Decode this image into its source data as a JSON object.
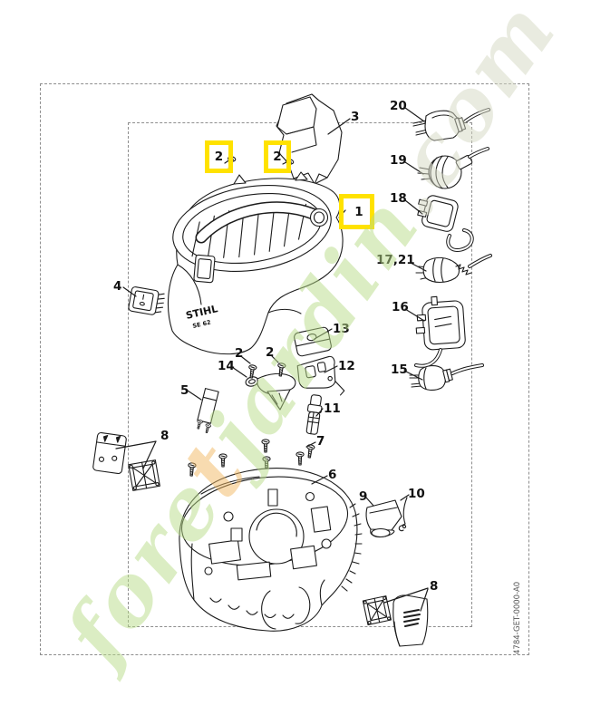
{
  "diagram": {
    "type": "exploded-parts-diagram",
    "brand": "STIHL",
    "model": "SE 62",
    "drawing_number": "4784-GET-0000-A0",
    "highlight_color": "#ffe200",
    "line_color": "#1c1c1c"
  },
  "labels": {
    "l1": "1",
    "l2": "2",
    "l3": "3",
    "l4": "4",
    "l5": "5",
    "l6": "6",
    "l7": "7",
    "l8": "8",
    "l9": "9",
    "l10": "10",
    "l11": "11",
    "l12": "12",
    "l13": "13",
    "l14": "14",
    "l15": "15",
    "l16": "16",
    "l17_21": "17,21",
    "l18": "18",
    "l19": "19",
    "l20": "20"
  },
  "watermark": {
    "seg1": "fore",
    "seg2": "t",
    "seg3": "jardin",
    "seg4": ".com",
    "green": "#b8dc88",
    "orange": "#f2b964",
    "pale": "#d5d8c3"
  }
}
